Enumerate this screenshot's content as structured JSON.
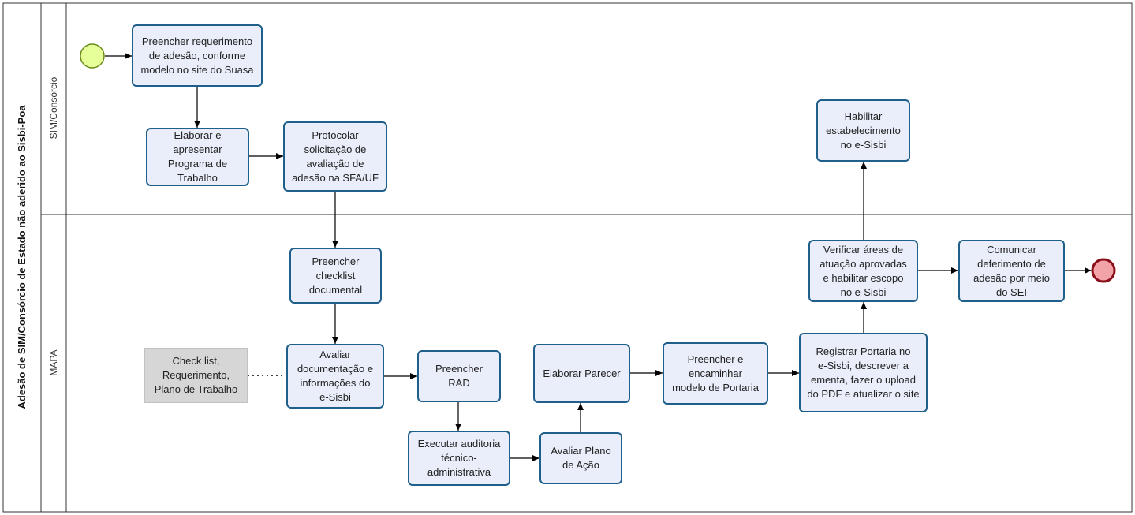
{
  "pool": {
    "title": "Adesão de SIM/Consórcio de Estado não aderido ao Sisbi-Poa"
  },
  "lanes": [
    {
      "name": "SIM/Consórcio"
    },
    {
      "name": "MAPA"
    }
  ],
  "tasks": {
    "t1": "Preencher requerimento\nde adesão, conforme\nmodelo no site do Suasa",
    "t2": "Elaborar e\napresentar\nPrograma de\nTrabalho",
    "t3": "Protocolar\nsolicitação de\navaliação de\nadesão na SFA/UF",
    "t4": "Habilitar\nestabelecimento\nno e-Sisbi",
    "t5": "Preencher\nchecklist\ndocumental",
    "t6": "Avaliar\ndocumentação e\ninformações do\ne-Sisbi",
    "t7": "Preencher RAD",
    "t8": "Executar auditoria\ntécnico-\nadministrativa",
    "t9": "Avaliar Plano\nde Ação",
    "t10": "Elaborar Parecer",
    "t11": "Preencher e\nencaminhar\nmodelo de Portaria",
    "t12": "Registrar Portaria no\ne-Sisbi, descrever a\nementa, fazer o upload\ndo PDF e atualizar o site",
    "t13": "Verificar áreas de\natuação aprovadas\ne habilitar escopo\nno  e-Sisbi",
    "t14": "Comunicar\ndeferimento de\nadesão por meio\ndo SEI"
  },
  "artifact": {
    "label": "Check list,\nRequerimento,\nPlano de Trabalho"
  },
  "colors": {
    "task_fill": "#e9eefa",
    "task_border": "#1f5f8b",
    "start_event_fill": "#e6ff99",
    "end_event_fill": "#f2a3a8",
    "artifact_fill": "#d6d6d6",
    "flow_line": "#000000"
  }
}
